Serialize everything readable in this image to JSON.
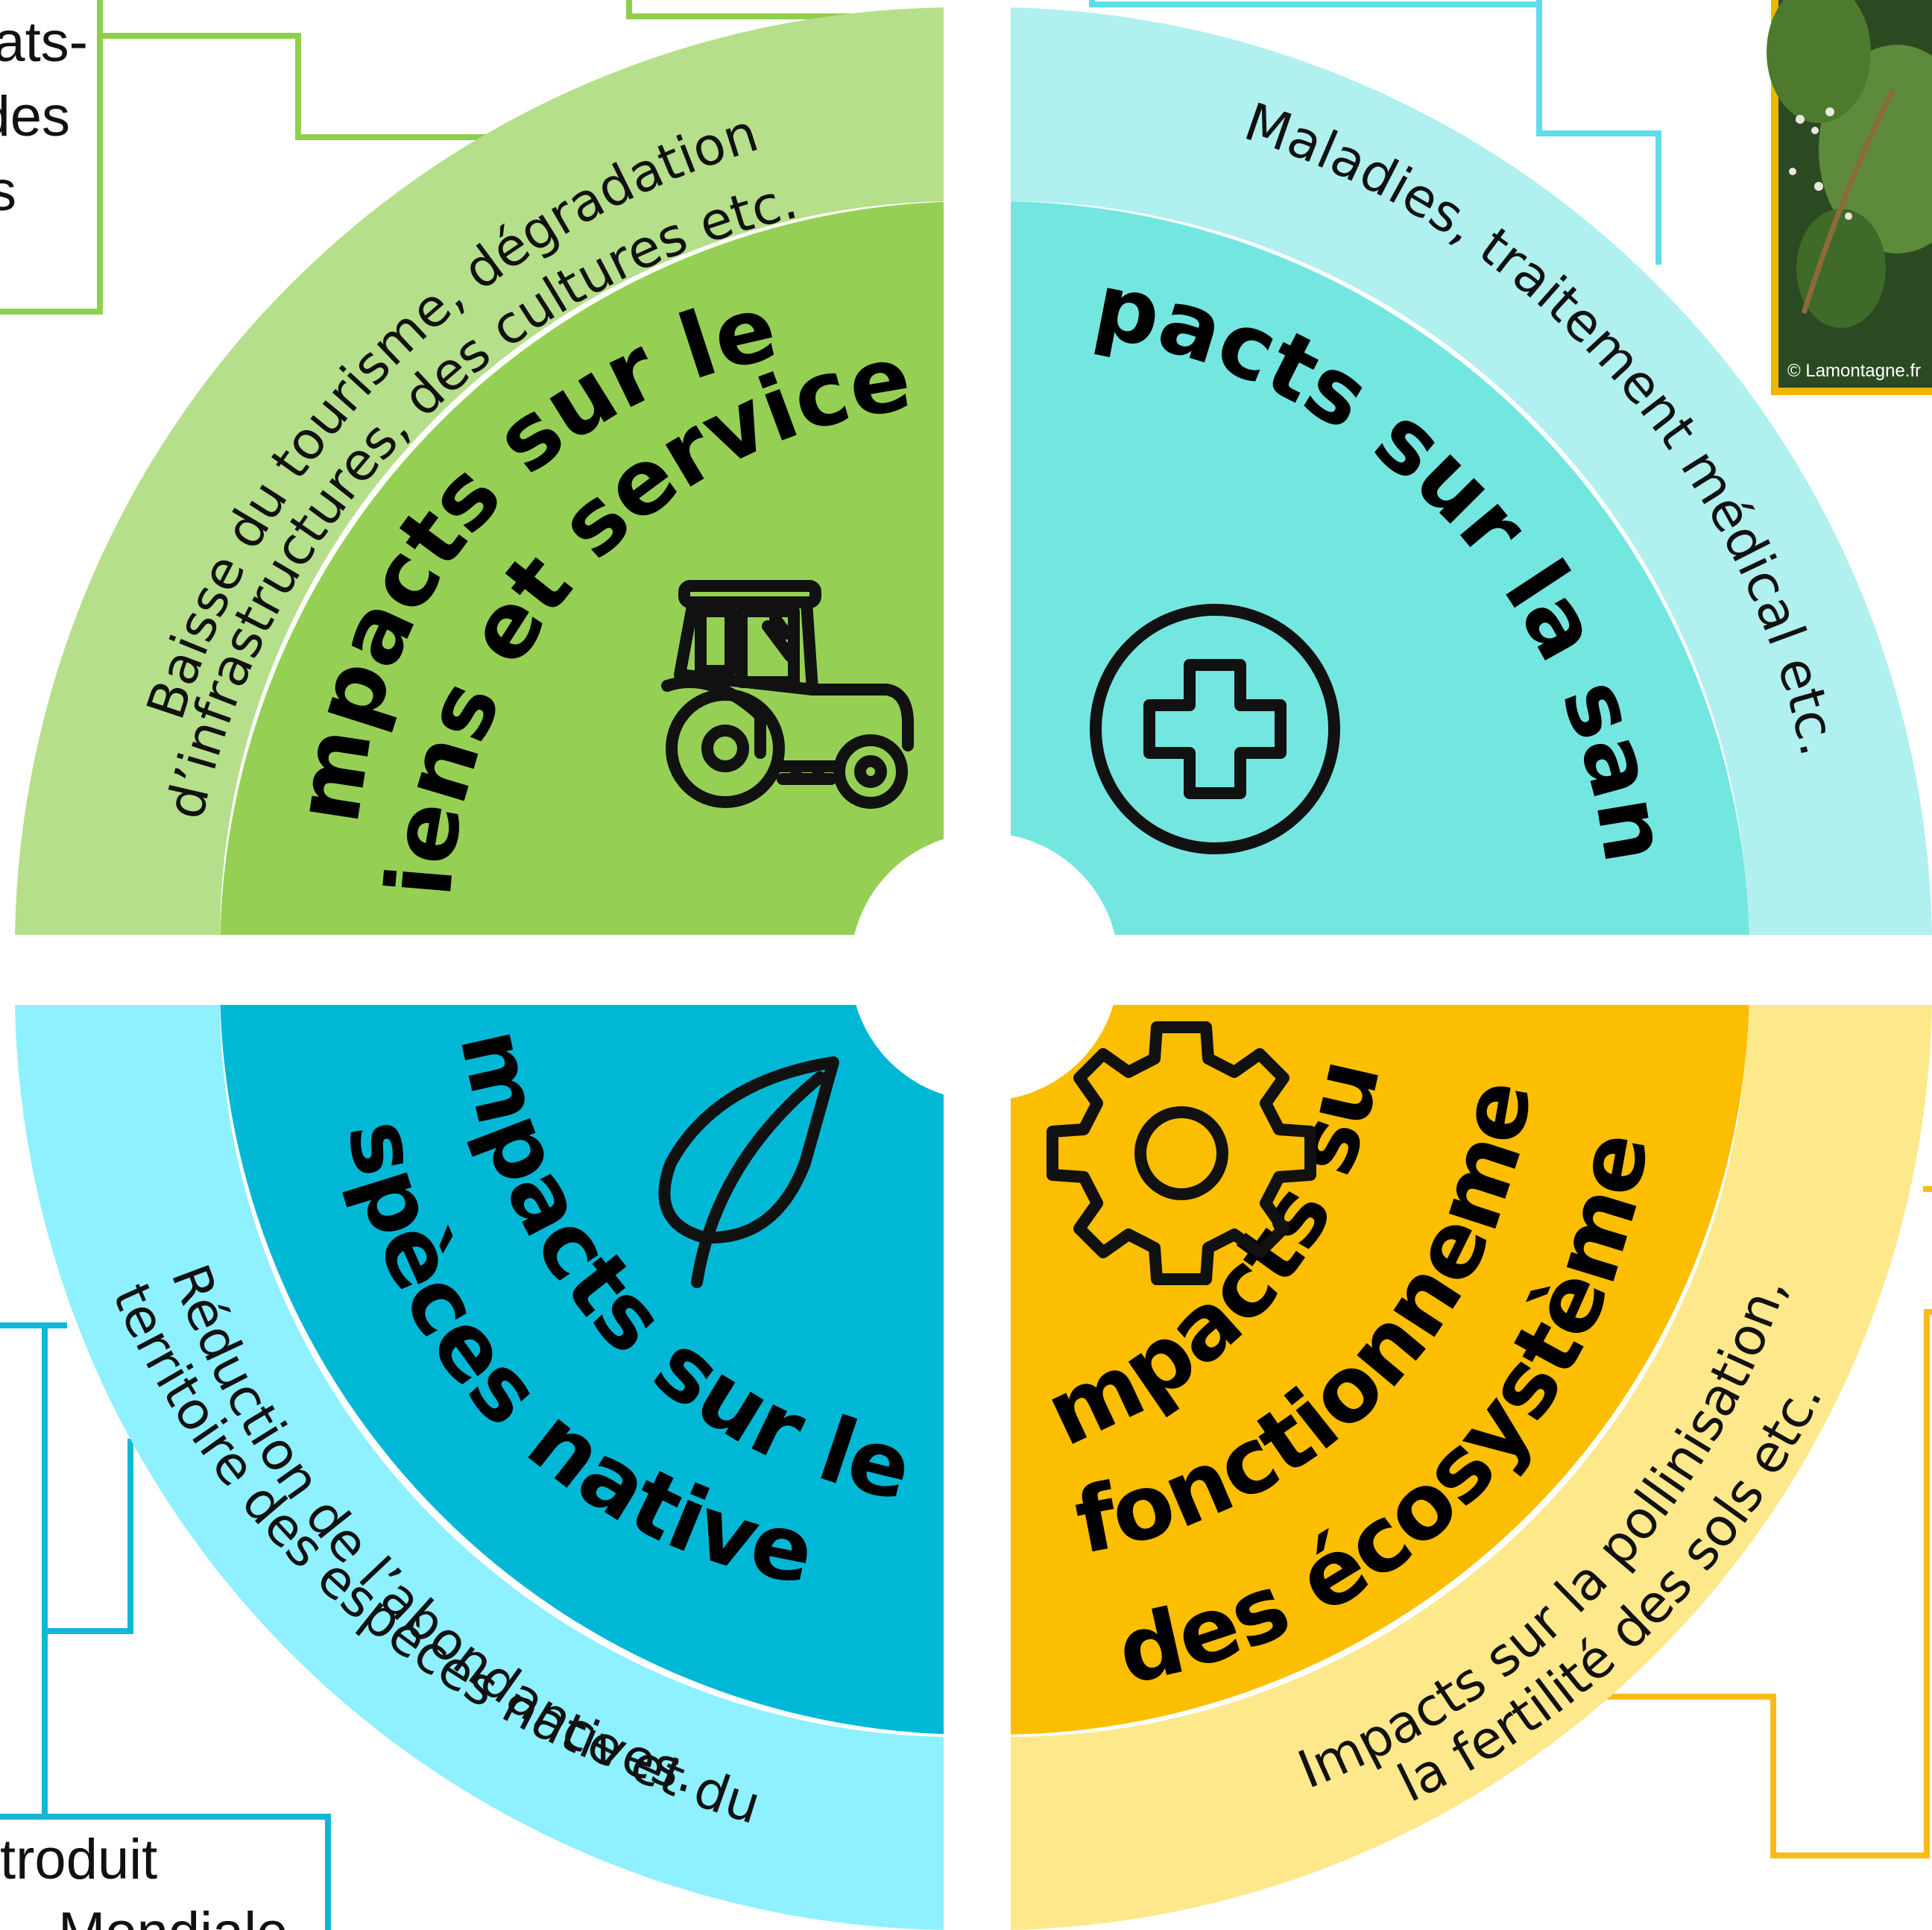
{
  "colors": {
    "goods": "#95d055",
    "goods_ring": "#b5df8a",
    "health": "#74e6e0",
    "health_ring": "#b0f0ee",
    "native": "#00b8d6",
    "native_ring": "#8ff0ff",
    "ecosystem": "#fbbe00",
    "ecosystem_ring": "#fde88c",
    "connector_green": "#8fcf4f",
    "connector_cyan": "#60dce8",
    "connector_blue": "#11b8d5",
    "connector_yellow": "#f7bc1a",
    "photo_border": "#f2b500"
  },
  "quadrants": {
    "goods": {
      "title_line1": "Impacts sur les",
      "title_line2": "biens et services",
      "ring_line1": "Baisse du tourisme, dégradation",
      "ring_line2": "d’infrastructures, des cultures etc.",
      "icon": "tractor-icon"
    },
    "health": {
      "title_line1": "Impacts sur la santé",
      "ring_line1": "Maladies, traitement médical etc.",
      "icon": "medical-cross-icon"
    },
    "native": {
      "title_line1": "Impacts sur les",
      "title_line2": "espèces natives",
      "ring_line1": "Réduction de l’abondance et du",
      "ring_line2": "territoire des espèces natives.",
      "icon": "leaf-icon"
    },
    "ecosystem": {
      "title_line1": "Impacts sur",
      "title_line2": "le fonctionnement",
      "title_line3": "des écosystèmes",
      "ring_line1": "Impacts sur la pollinisation,",
      "ring_line2": "la fertilité des sols etc.",
      "icon": "gear-icon"
    }
  },
  "edge_fragments": {
    "top_left_line1": "ats-",
    "top_left_line2": "des",
    "top_left_line3": "s",
    "bottom_left_line1": "troduit",
    "bottom_left_line2": "Mondiale"
  },
  "photo": {
    "credit": "© Lamontagne.fr"
  }
}
